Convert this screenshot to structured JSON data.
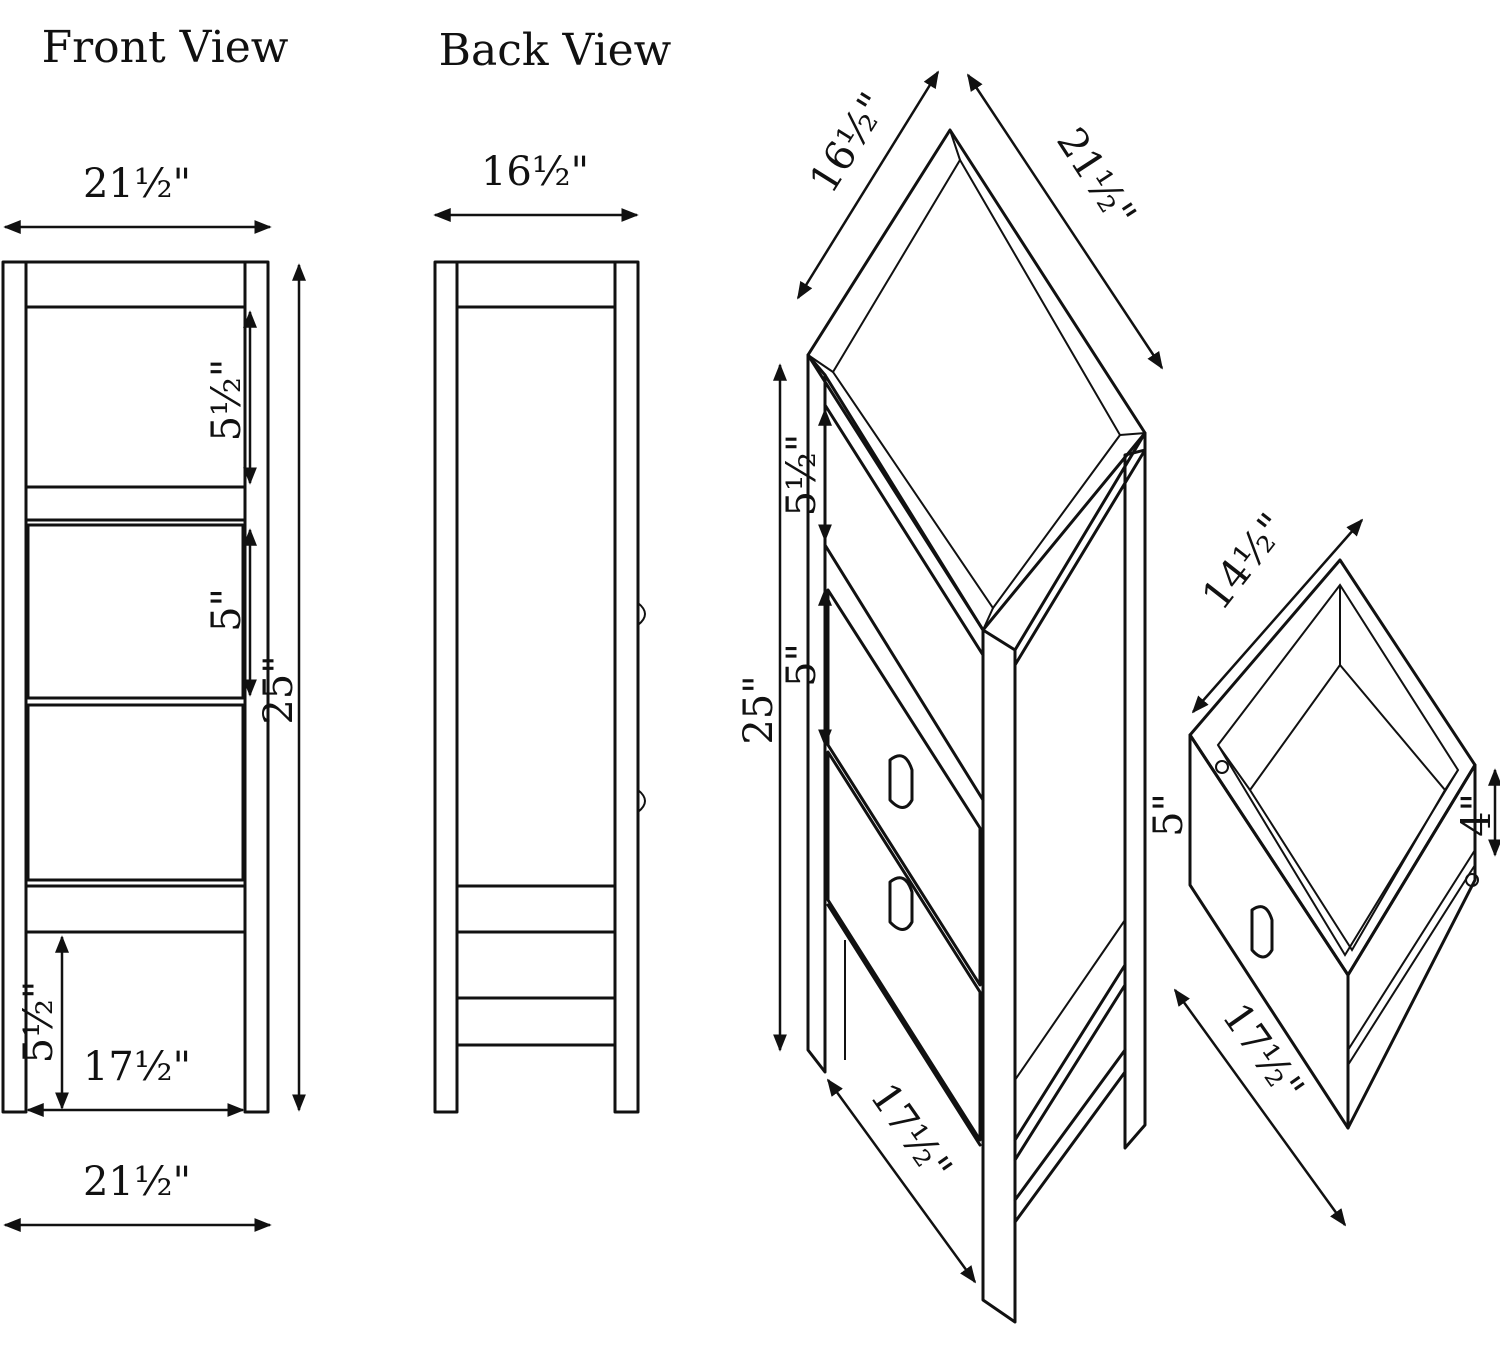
{
  "titles": {
    "front": "Front View",
    "back": "Back View"
  },
  "front": {
    "top_width": "21½\"",
    "bottom_width": "21½\"",
    "inner_width": "17½\"",
    "height": "25\"",
    "top_shelf_gap": "5½\"",
    "drawer_height": "5\"",
    "bottom_gap": "5½\""
  },
  "back": {
    "width": "16½\""
  },
  "iso": {
    "depth": "16½\"",
    "width": "21½\"",
    "height": "25\"",
    "top_gap": "5½\"",
    "drawer_height": "5\"",
    "inner_width": "17½\""
  },
  "drawer": {
    "depth": "14½\"",
    "height": "5\"",
    "inner_height": "4\"",
    "width": "17½\""
  },
  "colors": {
    "line": "#111111",
    "background": "#ffffff"
  }
}
